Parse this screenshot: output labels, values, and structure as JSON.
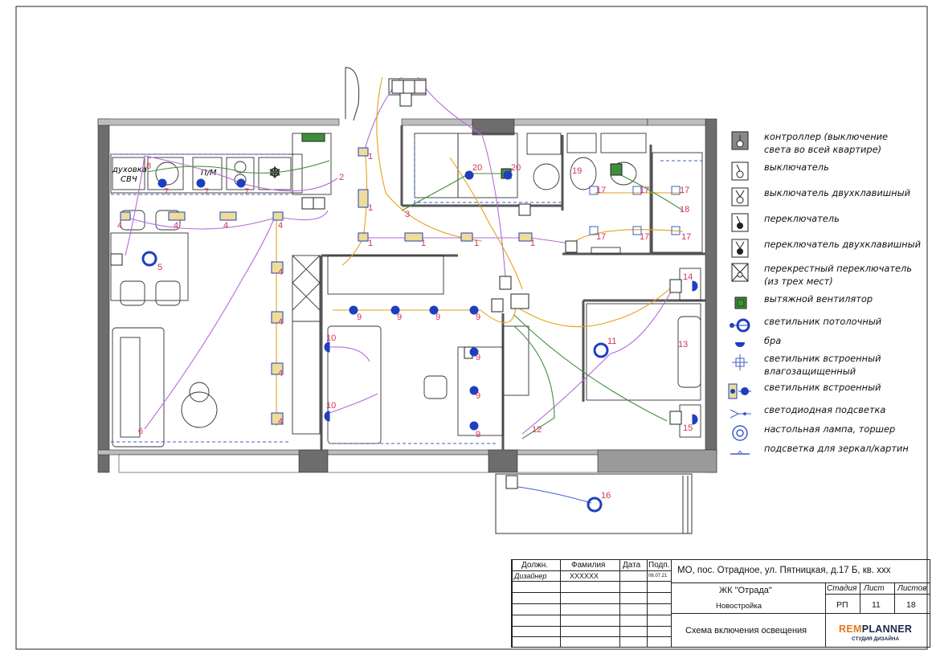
{
  "plan": {
    "room_labels": {
      "oven": "духовка",
      "microwave": "СВЧ",
      "dishwasher": "П/М"
    },
    "circuit_numbers": [
      "1",
      "2",
      "3",
      "4",
      "5",
      "6",
      "7",
      "8",
      "9",
      "10",
      "11",
      "12",
      "13",
      "14",
      "15",
      "16",
      "17",
      "18",
      "19",
      "20"
    ]
  },
  "legend": {
    "items": [
      {
        "icon": "master-controller-icon",
        "label": "контроллер (выключение\nсвета во всей квартире)"
      },
      {
        "icon": "switch-icon",
        "label": "выключатель"
      },
      {
        "icon": "double-switch-icon",
        "label": "выключатель двухклавишный"
      },
      {
        "icon": "toggle-switch-icon",
        "label": "переключатель"
      },
      {
        "icon": "double-toggle-switch-icon",
        "label": "переключатель двухклавишный"
      },
      {
        "icon": "cross-switch-icon",
        "label": "перекрестный переключатель\n(из трех мест)"
      },
      {
        "icon": "exhaust-fan-icon",
        "label": "вытяжной вентилятор"
      },
      {
        "icon": "ceiling-light-icon",
        "label": "светильник потолочный"
      },
      {
        "icon": "sconce-icon",
        "label": "бра"
      },
      {
        "icon": "waterproof-downlight-icon",
        "label": "светильник встроенный\nвлагозащищенный"
      },
      {
        "icon": "recessed-light-icon",
        "label": "светильник встроенный"
      },
      {
        "icon": "led-strip-icon",
        "label": "светодиодная подсветка"
      },
      {
        "icon": "floor-lamp-icon",
        "label": "настольная лампа, торшер"
      },
      {
        "icon": "mirror-light-icon",
        "label": "подсветка для зеркал/картин"
      }
    ]
  },
  "stamp": {
    "headers": {
      "position": "Должн.",
      "surname": "Фамилия",
      "date": "Дата",
      "signature": "Подп."
    },
    "row": {
      "position": "Дизайнер",
      "surname": "XXXXXX",
      "date": "",
      "signature": "06.07.21"
    },
    "address": "МО, пос. Отрадное, ул. Пятницкая, д.17 Б, кв. xxx",
    "complex": "ЖК \"Отрада\"",
    "building_type": "Новостройка",
    "sheet_title": "Схема включения освещения",
    "stage_label": "Стадия",
    "sheet_label": "Лист",
    "sheets_label": "Листов",
    "stage": "РП",
    "sheet": "11",
    "sheets": "18",
    "brand_rem": "REM",
    "brand_planner": "PLANNER",
    "brand_sub": "СТУДИЯ ДИЗАЙНА"
  },
  "colors": {
    "wall": "#6d6d6d",
    "wire_purple": "#b56ad8",
    "wire_yellow": "#e3a21a",
    "wire_green": "#3f8f3a",
    "wire_blue": "#3d5fc8",
    "lamp_blue": "#1f3fbf",
    "number_red": "#d0335a",
    "switch_fill": "#eedd99"
  }
}
